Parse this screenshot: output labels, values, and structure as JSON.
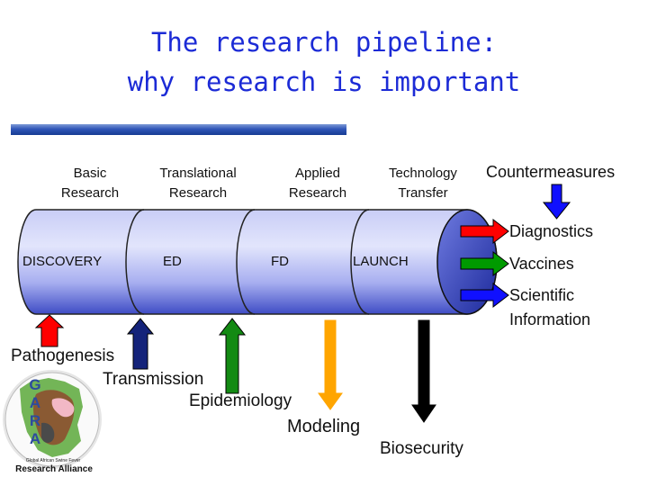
{
  "title": {
    "line1": "The research pipeline:",
    "line2": "why research is important"
  },
  "stages": [
    {
      "line1": "Basic",
      "line2": "Research"
    },
    {
      "line1": "Translational",
      "line2": "Research"
    },
    {
      "line1": "Applied",
      "line2": "Research"
    },
    {
      "line1": "Technology",
      "line2": "Transfer"
    }
  ],
  "countermeasures_label": "Countermeasures",
  "phases": [
    "DISCOVERY",
    "ED",
    "FD",
    "LAUNCH"
  ],
  "outputs": [
    {
      "label": "Diagnostics",
      "color": "#ff0000"
    },
    {
      "label": "Vaccines",
      "color": "#009a00"
    },
    {
      "label": "Scientific",
      "label2": "Information",
      "color": "#1010ff"
    }
  ],
  "inputs": [
    {
      "label": "Pathogenesis",
      "color": "#ff0000"
    },
    {
      "label": "Transmission",
      "color": "#14237a"
    },
    {
      "label": "Epidemiology",
      "color": "#138a13"
    },
    {
      "label": "Modeling",
      "color": "#ffa500"
    },
    {
      "label": "Biosecurity",
      "color": "#000000"
    }
  ],
  "logo": {
    "letters": [
      "G",
      "A",
      "R",
      "A"
    ],
    "tagline": "Global African Swine Fever",
    "name": "Research Alliance"
  },
  "colors": {
    "title": "#1c2bd6",
    "pipe_light": "#d8dcfa",
    "pipe_dark": "#3d4cc4",
    "countermeasures_arrow": "#1010ff"
  }
}
